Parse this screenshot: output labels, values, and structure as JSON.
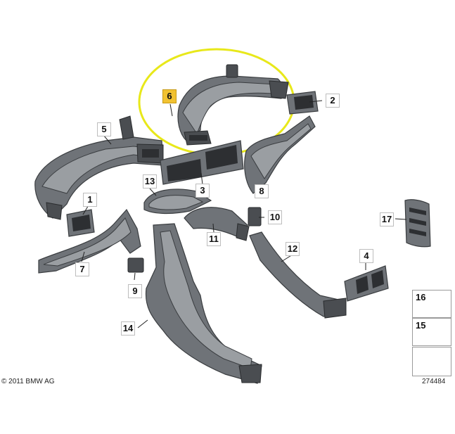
{
  "diagram": {
    "highlight_color": "#e8e81a",
    "selected_part": "6",
    "callouts": [
      {
        "id": "c1",
        "label": "1"
      },
      {
        "id": "c2",
        "label": "2"
      },
      {
        "id": "c3",
        "label": "3"
      },
      {
        "id": "c4",
        "label": "4"
      },
      {
        "id": "c5",
        "label": "5"
      },
      {
        "id": "c6",
        "label": "6"
      },
      {
        "id": "c7",
        "label": "7"
      },
      {
        "id": "c8",
        "label": "8"
      },
      {
        "id": "c9",
        "label": "9"
      },
      {
        "id": "c10",
        "label": "10"
      },
      {
        "id": "c11",
        "label": "11"
      },
      {
        "id": "c12",
        "label": "12"
      },
      {
        "id": "c13",
        "label": "13"
      },
      {
        "id": "c14",
        "label": "14"
      },
      {
        "id": "c17",
        "label": "17"
      }
    ],
    "legend": [
      {
        "id": "l16",
        "label": "16",
        "icon": "push-nut-icon"
      },
      {
        "id": "l15",
        "label": "15",
        "icon": "expanding-rivet-icon"
      },
      {
        "id": "lblank",
        "label": "",
        "icon": "shim-icon"
      }
    ],
    "copyright": "© 2011 BMW AG",
    "diagram_number": "274484"
  }
}
